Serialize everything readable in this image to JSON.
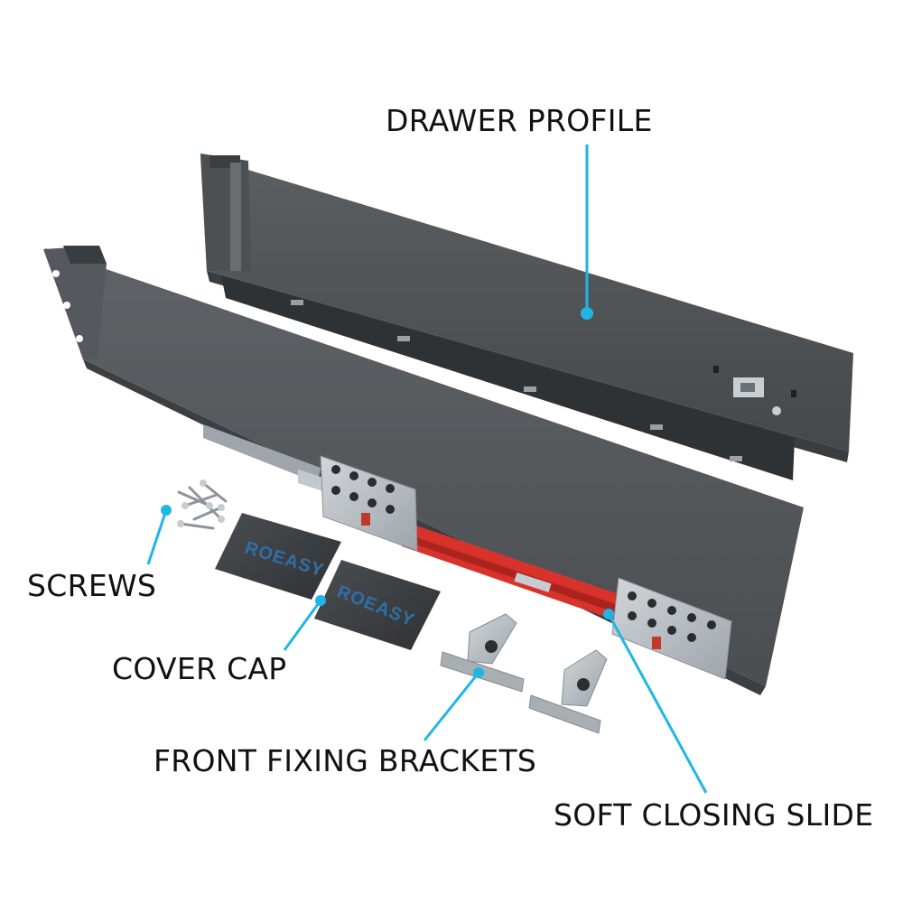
{
  "colors": {
    "accent": "#1fb6e6",
    "panel": "#55585b",
    "slide": "#d8322b",
    "metal": "#b9bec3"
  },
  "callouts": {
    "drawer_profile": "DRAWER PROFILE",
    "screws": "SCREWS",
    "cover_cap": "COVER CAP",
    "front_fixing_brackets": "FRONT FIXING BRACKETS",
    "soft_closing_slide": "SOFT CLOSING SLIDE"
  },
  "cover_caps": {
    "brand_text": "ROEASY"
  }
}
